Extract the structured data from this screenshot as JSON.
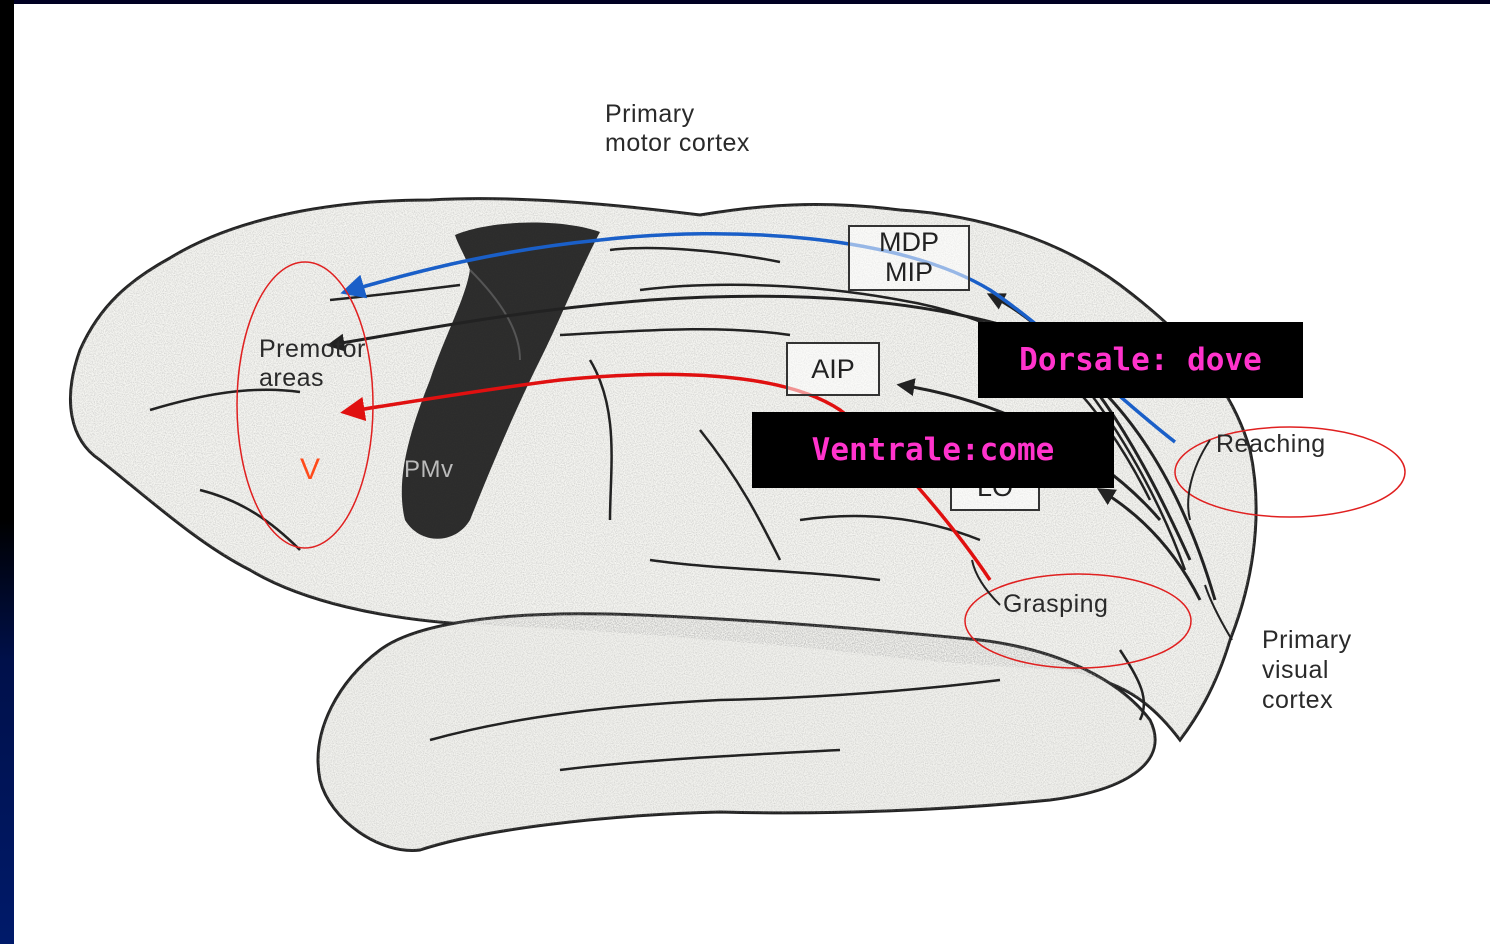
{
  "labels": {
    "primary_motor": [
      "Primary",
      "motor cortex"
    ],
    "premotor": [
      "Premotor",
      "areas"
    ],
    "v_marker": "V",
    "pmv": "PMv",
    "mdp": "MDP",
    "mip": "MIP",
    "aip": "AIP",
    "lo": "LO",
    "reaching": "Reaching",
    "grasping": "Grasping",
    "primary_visual": [
      "Primary",
      "visual",
      "cortex"
    ]
  },
  "tags": {
    "dorsal": "Dorsale: dove",
    "ventral": "Ventrale:come"
  },
  "colors": {
    "dorsal_arrow": "#1a5fc8",
    "ventral_arrow": "#e01010",
    "tag_text": "#ff33cc",
    "highlight_ellipse": "#e02020",
    "v_marker": "#ff4a1a"
  }
}
